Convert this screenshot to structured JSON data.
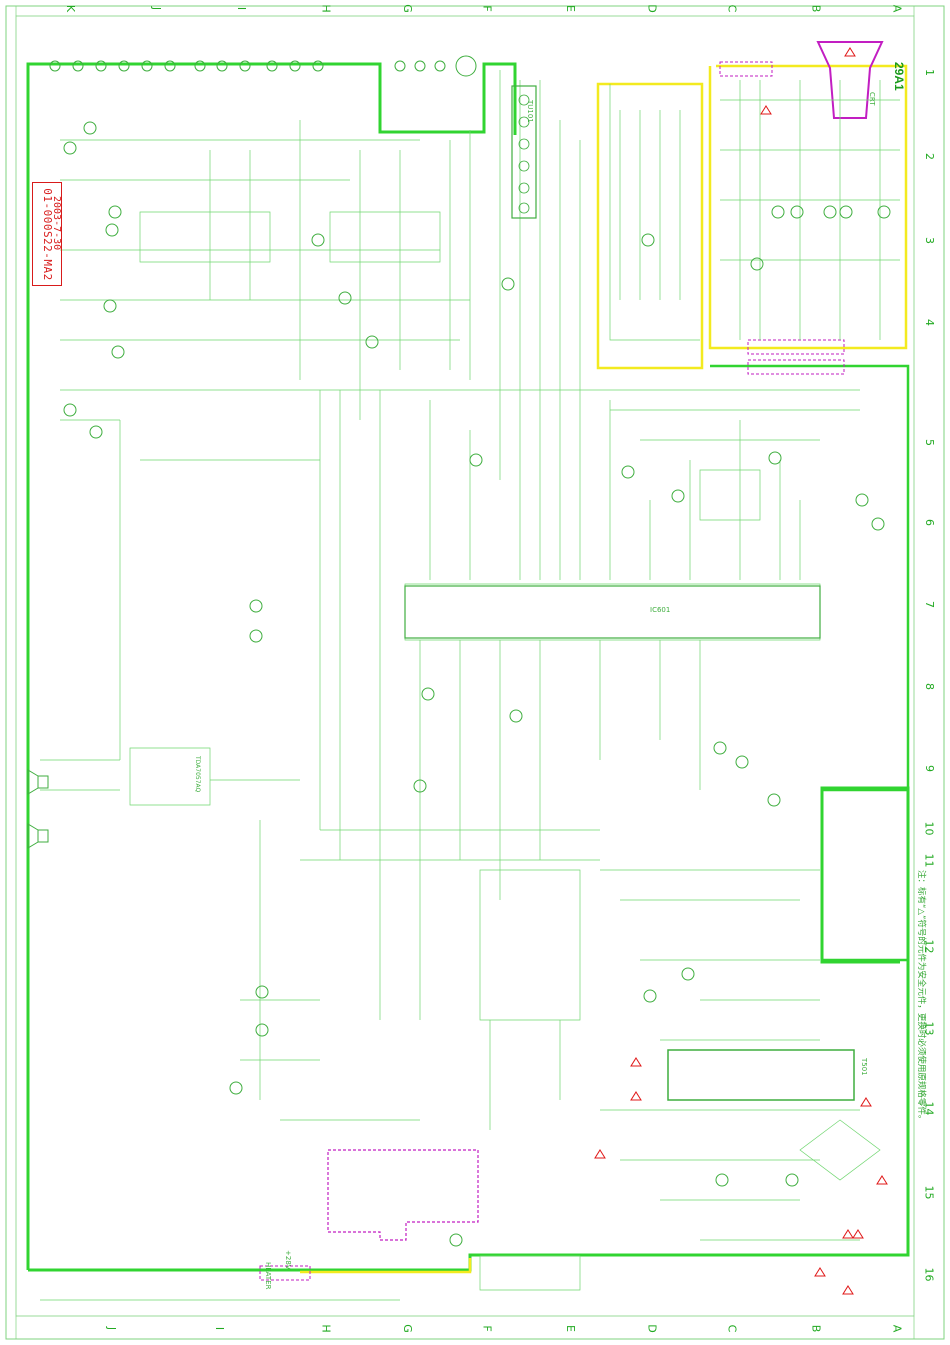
{
  "drawing": {
    "number": "01-000S22-MA2",
    "date": "2003-7-30",
    "model": "29A1"
  },
  "grid": {
    "letters_top": [
      "K",
      "J",
      "I",
      "H",
      "G",
      "F",
      "E",
      "D",
      "C",
      "B",
      "A"
    ],
    "letters_bottom": [
      "J",
      "I",
      "H",
      "G",
      "F",
      "E",
      "D",
      "C",
      "B",
      "A"
    ],
    "numbers": [
      "1",
      "2",
      "3",
      "4",
      "5",
      "6",
      "7",
      "8",
      "9",
      "10",
      "11",
      "12",
      "13",
      "14",
      "15",
      "16"
    ]
  },
  "labels": {
    "heater": "HEATER",
    "b_plus": "+28V",
    "ic_main": "IC601",
    "tuner": "TU101",
    "crt": "CRT",
    "ic_audio": "TDA7057AQ",
    "flyback": "T501"
  },
  "notes": {
    "footnote": "注：标有“△”符号的元件为安全元件，更换时必须使用原规格零件。"
  },
  "colors": {
    "trace": "#31d431",
    "thin_trace": "#5fcf5f",
    "component": "#3fae3f",
    "highlight_yellow": "#f3ea1f",
    "highlight_magenta": "#c21ec2",
    "warning_red": "#e01818",
    "border": "#2fbf2f"
  }
}
